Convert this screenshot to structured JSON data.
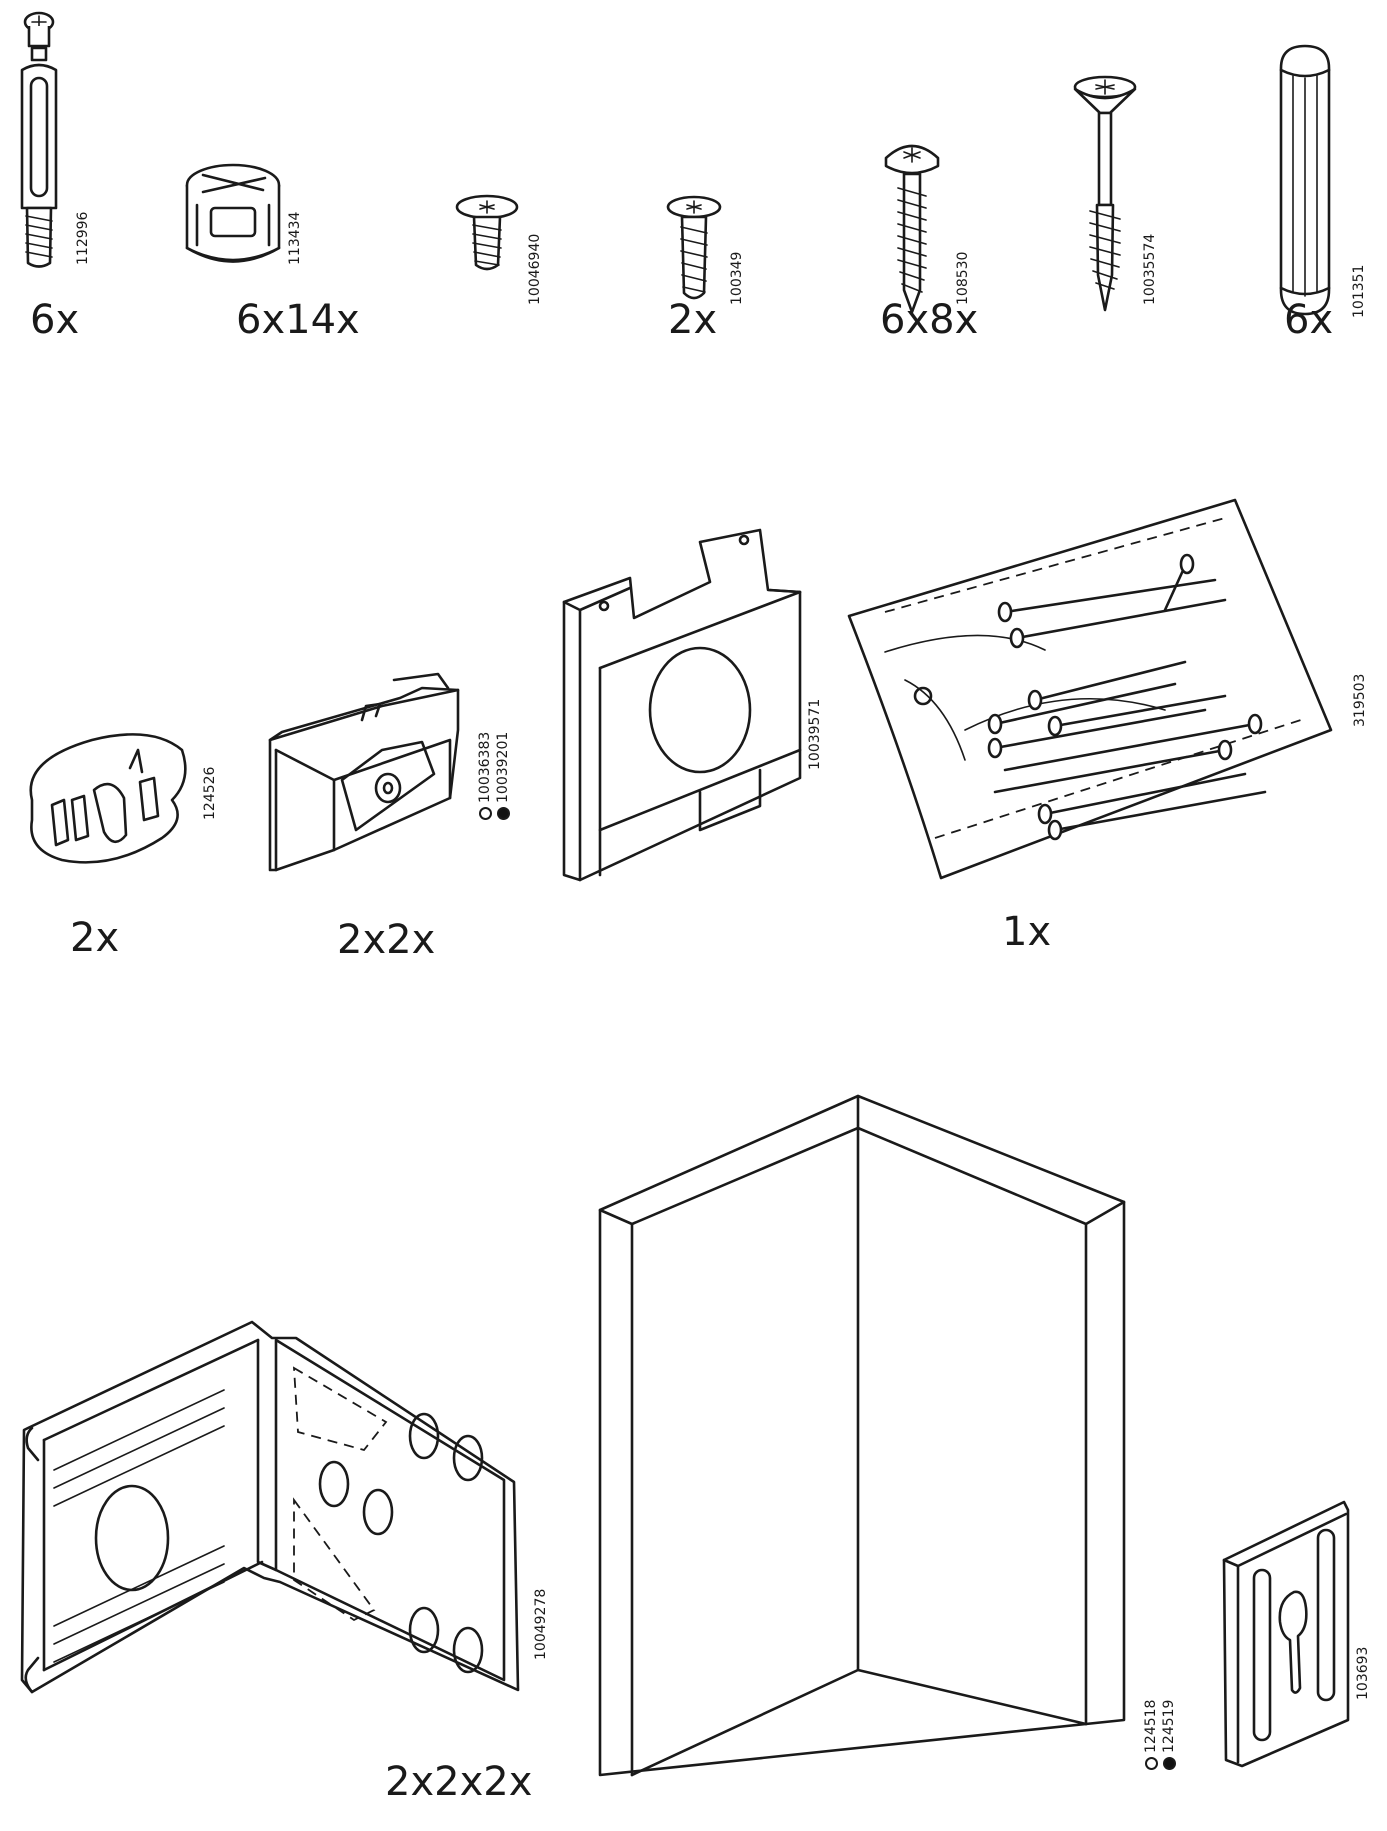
{
  "parts": [
    {
      "id": "cam-bolt",
      "code": "112996",
      "qty": "6x",
      "icon": "cam-bolt-icon"
    },
    {
      "id": "cam-lock",
      "code": "113434",
      "qty": "6x14x",
      "icon": "cam-lock-icon"
    },
    {
      "id": "flat-screw",
      "code": "10046940",
      "qty": "",
      "icon": "euro-screw-icon"
    },
    {
      "id": "short-screw",
      "code": "100349",
      "qty": "2x",
      "icon": "euro-screw-icon"
    },
    {
      "id": "pan-screw",
      "code": "108530",
      "qty": "6x8x",
      "icon": "pan-head-screw-icon"
    },
    {
      "id": "wood-screw",
      "code": "10035574",
      "qty": "",
      "icon": "countersunk-screw-icon"
    },
    {
      "id": "dowel",
      "code": "101351",
      "qty": "6x",
      "icon": "wooden-dowel-icon"
    },
    {
      "id": "connector",
      "code": "124526",
      "qty": "2x",
      "icon": "connector-clip-icon"
    },
    {
      "id": "clip",
      "codes": [
        "10036383",
        "10039201"
      ],
      "qty": "2x2x",
      "icon": "cover-clip-icon"
    },
    {
      "id": "block",
      "code": "10039571",
      "qty": "",
      "icon": "mounting-block-icon"
    },
    {
      "id": "nail-bag",
      "code": "319503",
      "qty": "1x",
      "icon": "nail-bag-icon"
    },
    {
      "id": "bracket",
      "code": "10049278",
      "qty": "2x2x2x",
      "icon": "corner-bracket-icon"
    },
    {
      "id": "corner",
      "codes": [
        "124518",
        "124519"
      ],
      "qty": "",
      "icon": "corner-profile-icon"
    },
    {
      "id": "hanger",
      "code": "103693",
      "qty": "",
      "icon": "wall-hanger-icon"
    }
  ],
  "variants": {
    "white": "#ffffff",
    "black": "#111111"
  }
}
